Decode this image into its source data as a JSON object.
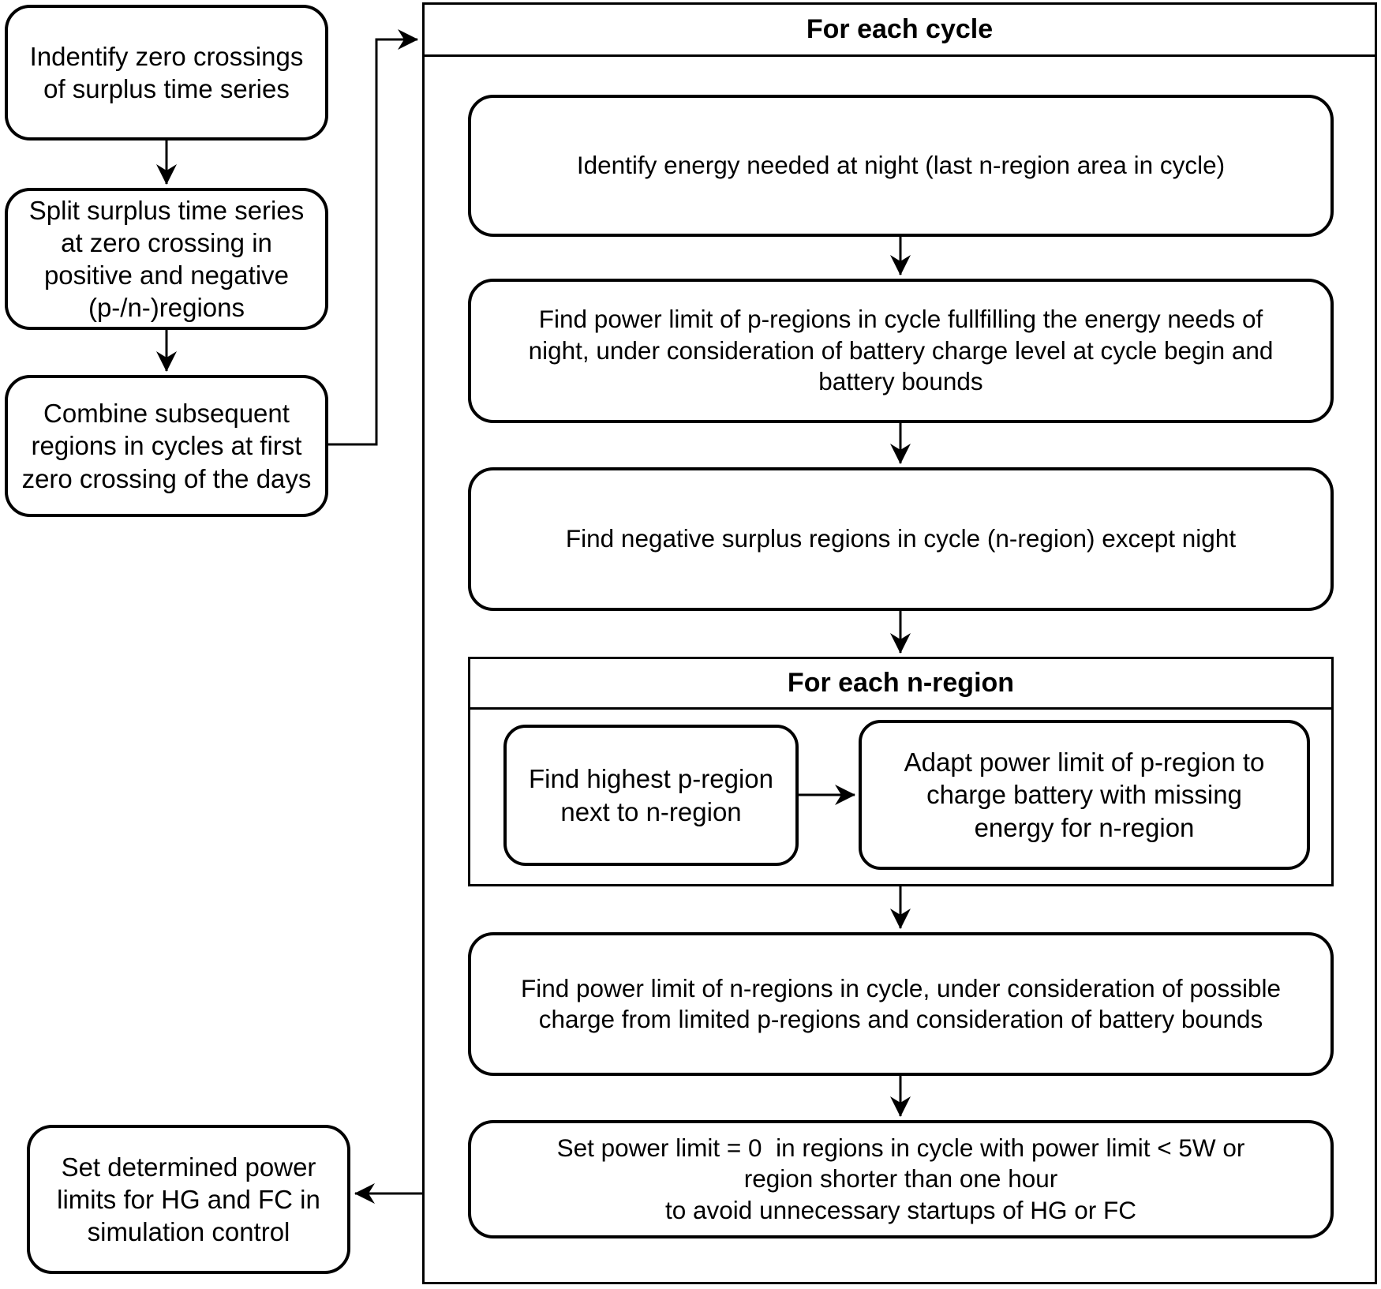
{
  "diagram": {
    "type": "flowchart",
    "background_color": "#ffffff",
    "stroke_color": "#000000",
    "text_color": "#000000"
  },
  "preprocessing": {
    "steps": [
      {
        "text": "Indentify zero crossings\nof surplus time series"
      },
      {
        "text": "Split surplus time series\nat zero crossing in\npositive and negative\n(p-/n-)regions"
      },
      {
        "text": "Combine subsequent\nregions in cycles at first\nzero crossing of the days"
      }
    ]
  },
  "cycle_loop": {
    "title": "For each cycle",
    "identify_night_energy": "Identify energy needed at night (last n-region area in cycle)",
    "find_p_region_limit": "Find power limit of p-regions in cycle fullfilling the energy needs of\nnight, under consideration of battery charge level at cycle begin and\nbattery bounds",
    "find_negative_regions": "Find negative surplus regions in cycle (n-region) except night",
    "n_region_loop": {
      "title": "For each n-region",
      "find_highest_p_region": "Find highest p-region\nnext to n-region",
      "adapt_power_limit": "Adapt power limit of p-region to\ncharge battery with missing\nenergy for n-region"
    },
    "find_n_region_limit": "Find power limit of n-regions in cycle, under consideration of possible\ncharge from limited p-regions and consideration of battery bounds",
    "zero_small_limits": "Set power limit = 0  in regions in cycle with power limit < 5W or\nregion shorter than one hour\nto avoid unnecessary startups of HG or FC"
  },
  "output": {
    "set_limits": "Set determined power\nlimits for HG and FC in\nsimulation control"
  }
}
